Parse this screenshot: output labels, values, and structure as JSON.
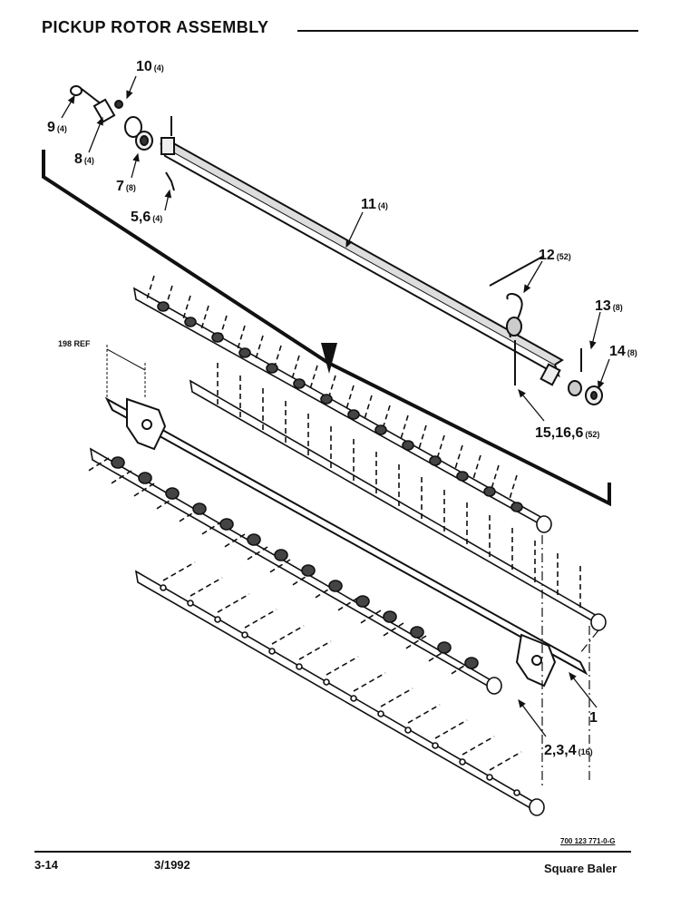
{
  "page_title": "PICKUP ROTOR ASSEMBLY",
  "callouts": [
    {
      "id": "c1",
      "label": "1",
      "qty": ""
    },
    {
      "id": "c234",
      "label": "2,3,4",
      "qty": "(16)"
    },
    {
      "id": "c56",
      "label": "5,6",
      "qty": "(4)"
    },
    {
      "id": "c7",
      "label": "7",
      "qty": "(8)"
    },
    {
      "id": "c8",
      "label": "8",
      "qty": "(4)"
    },
    {
      "id": "c9",
      "label": "9",
      "qty": "(4)"
    },
    {
      "id": "c10",
      "label": "10",
      "qty": "(4)"
    },
    {
      "id": "c11",
      "label": "11",
      "qty": "(4)"
    },
    {
      "id": "c12",
      "label": "12",
      "qty": "(52)"
    },
    {
      "id": "c13",
      "label": "13",
      "qty": "(8)"
    },
    {
      "id": "c14",
      "label": "14",
      "qty": "(8)"
    },
    {
      "id": "c15",
      "label": "15,16,6",
      "qty": "(52)"
    }
  ],
  "ref_label": "198 REF",
  "footer": {
    "page_number": "3-14",
    "date": "3/1992",
    "document_number": "700 123 771-0-G",
    "product": "Square Baler"
  }
}
